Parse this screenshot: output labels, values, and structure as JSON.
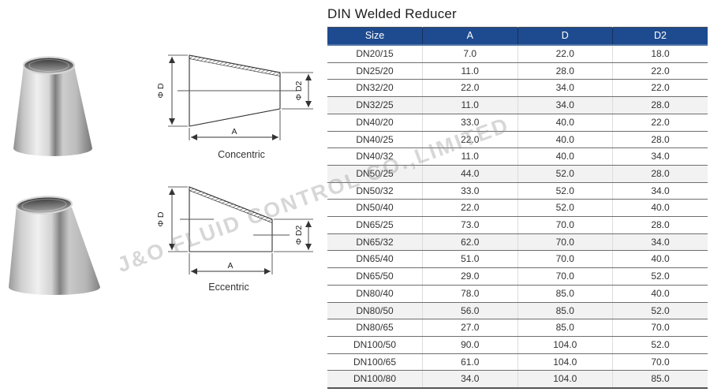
{
  "title": "DIN Welded Reducer",
  "watermark": "J&O FLUID CONTROL CO.,LIMITED",
  "images": {
    "top_photo": "concentric-welded-reducer-photo",
    "bottom_photo": "eccentric-welded-reducer-photo"
  },
  "diagrams": {
    "concentric": {
      "caption": "Concentric",
      "dim_d": "Φ D",
      "dim_d2": "Φ D2",
      "dim_a": "A"
    },
    "eccentric": {
      "caption": "Eccentric",
      "dim_d": "Φ D",
      "dim_d2": "Φ D2",
      "dim_a": "A"
    }
  },
  "table": {
    "columns": [
      "Size",
      "A",
      "D",
      "D2"
    ],
    "header_bg": "#1e4b8f",
    "header_text_color": "#ffffff",
    "stripe_color": "#f2f2f2",
    "rows": [
      [
        "DN20/15",
        "7.0",
        "22.0",
        "18.0"
      ],
      [
        "DN25/20",
        "11.0",
        "28.0",
        "22.0"
      ],
      [
        "DN32/20",
        "22.0",
        "34.0",
        "22.0"
      ],
      [
        "DN32/25",
        "11.0",
        "34.0",
        "28.0"
      ],
      [
        "DN40/20",
        "33.0",
        "40.0",
        "22.0"
      ],
      [
        "DN40/25",
        "22.0",
        "40.0",
        "28.0"
      ],
      [
        "DN40/32",
        "11.0",
        "40.0",
        "34.0"
      ],
      [
        "DN50/25",
        "44.0",
        "52.0",
        "28.0"
      ],
      [
        "DN50/32",
        "33.0",
        "52.0",
        "34.0"
      ],
      [
        "DN50/40",
        "22.0",
        "52.0",
        "40.0"
      ],
      [
        "DN65/25",
        "73.0",
        "70.0",
        "28.0"
      ],
      [
        "DN65/32",
        "62.0",
        "70.0",
        "34.0"
      ],
      [
        "DN65/40",
        "51.0",
        "70.0",
        "40.0"
      ],
      [
        "DN65/50",
        "29.0",
        "70.0",
        "52.0"
      ],
      [
        "DN80/40",
        "78.0",
        "85.0",
        "40.0"
      ],
      [
        "DN80/50",
        "56.0",
        "85.0",
        "52.0"
      ],
      [
        "DN80/65",
        "27.0",
        "85.0",
        "70.0"
      ],
      [
        "DN100/50",
        "90.0",
        "104.0",
        "52.0"
      ],
      [
        "DN100/65",
        "61.0",
        "104.0",
        "70.0"
      ],
      [
        "DN100/80",
        "34.0",
        "104.0",
        "85.0"
      ]
    ]
  }
}
